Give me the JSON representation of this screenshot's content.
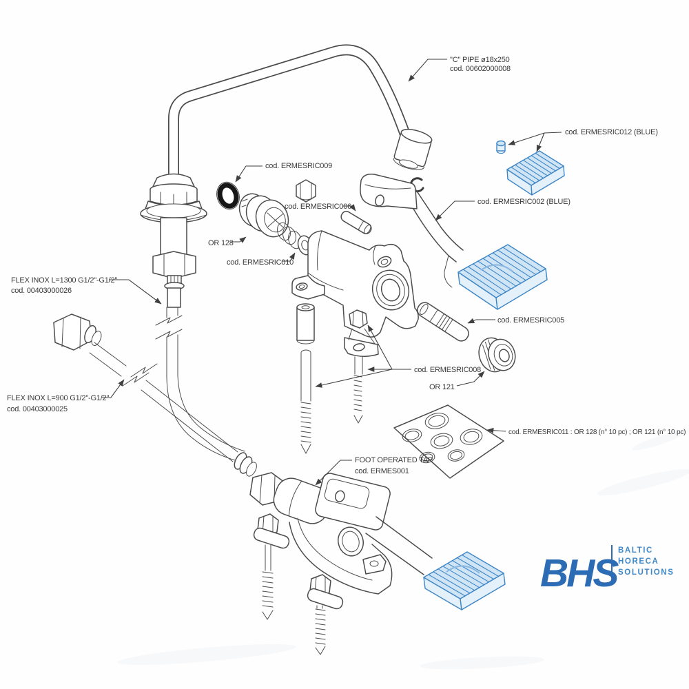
{
  "labels": {
    "c_pipe_1": "\"C\" PIPE ø18x250",
    "c_pipe_2": "cod. 00602000008",
    "ric012": "cod. ERMESRIC012 (BLUE)",
    "ric009": "cod. ERMESRIC009",
    "ric006": "cod. ERMESRIC006",
    "or128": "OR 128",
    "ric010": "cod. ERMESRIC010",
    "ric002": "cod. ERMESRIC002 (BLUE)",
    "flex1300_1": "FLEX INOX L=1300 G1/2\"-G1/2\"",
    "flex1300_2": "cod. 00403000026",
    "flex900_1": "FLEX INOX L=900 G1/2\"-G1/2\"",
    "flex900_2": "cod. 00403000025",
    "ric005": "cod. ERMESRIC005",
    "ric008": "cod. ERMESRIC008",
    "or121": "OR 121",
    "ric011": "cod. ERMESRIC011 : OR 128 (n° 10 pc) ; OR 121 (n° 10 pc)",
    "foot_tap_1": "FOOT OPERATED TAP",
    "foot_tap_2": "cod. ERMES001"
  },
  "logo": {
    "abbr": "BHS",
    "words": [
      "BALTIC",
      "HORECA",
      "SOLUTIONS"
    ]
  },
  "colors": {
    "line": "#4c4c4c",
    "label_text": "#383838",
    "pedal_fill": "#cfe5f6",
    "pedal_stroke": "#3e86c6",
    "logo_blue": "#2b6cb4",
    "logo_word_blue": "#4189c6"
  }
}
